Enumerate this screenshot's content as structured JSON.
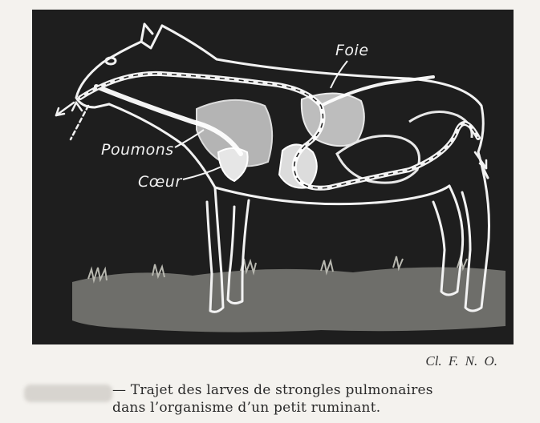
{
  "illustration": {
    "labels": {
      "liver": "Foie",
      "lungs": "Poumons",
      "heart": "Cœur"
    }
  },
  "credit": "Cl. F. N. O.",
  "caption": {
    "line1": "— Trajet des larves de strongles pulmonaires",
    "line2": "dans l’organisme d’un petit ruminant."
  }
}
